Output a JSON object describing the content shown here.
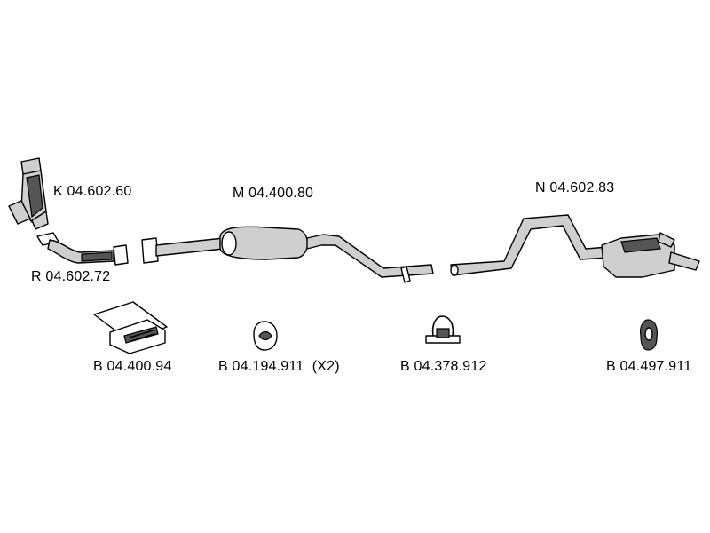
{
  "parts": {
    "catalytic_converter": "K 04.602.60",
    "center_muffler": "M 04.400.80",
    "rear_muffler": "N 04.602.83",
    "front_pipe": "R 04.602.72"
  },
  "accessories": {
    "mounting_kit": "B 04.400.94",
    "rubber_hanger_small": "B 04.194.911  (X2)",
    "clamp": "B 04.378.912",
    "rubber_hanger_large": "B 04.497.911"
  }
}
